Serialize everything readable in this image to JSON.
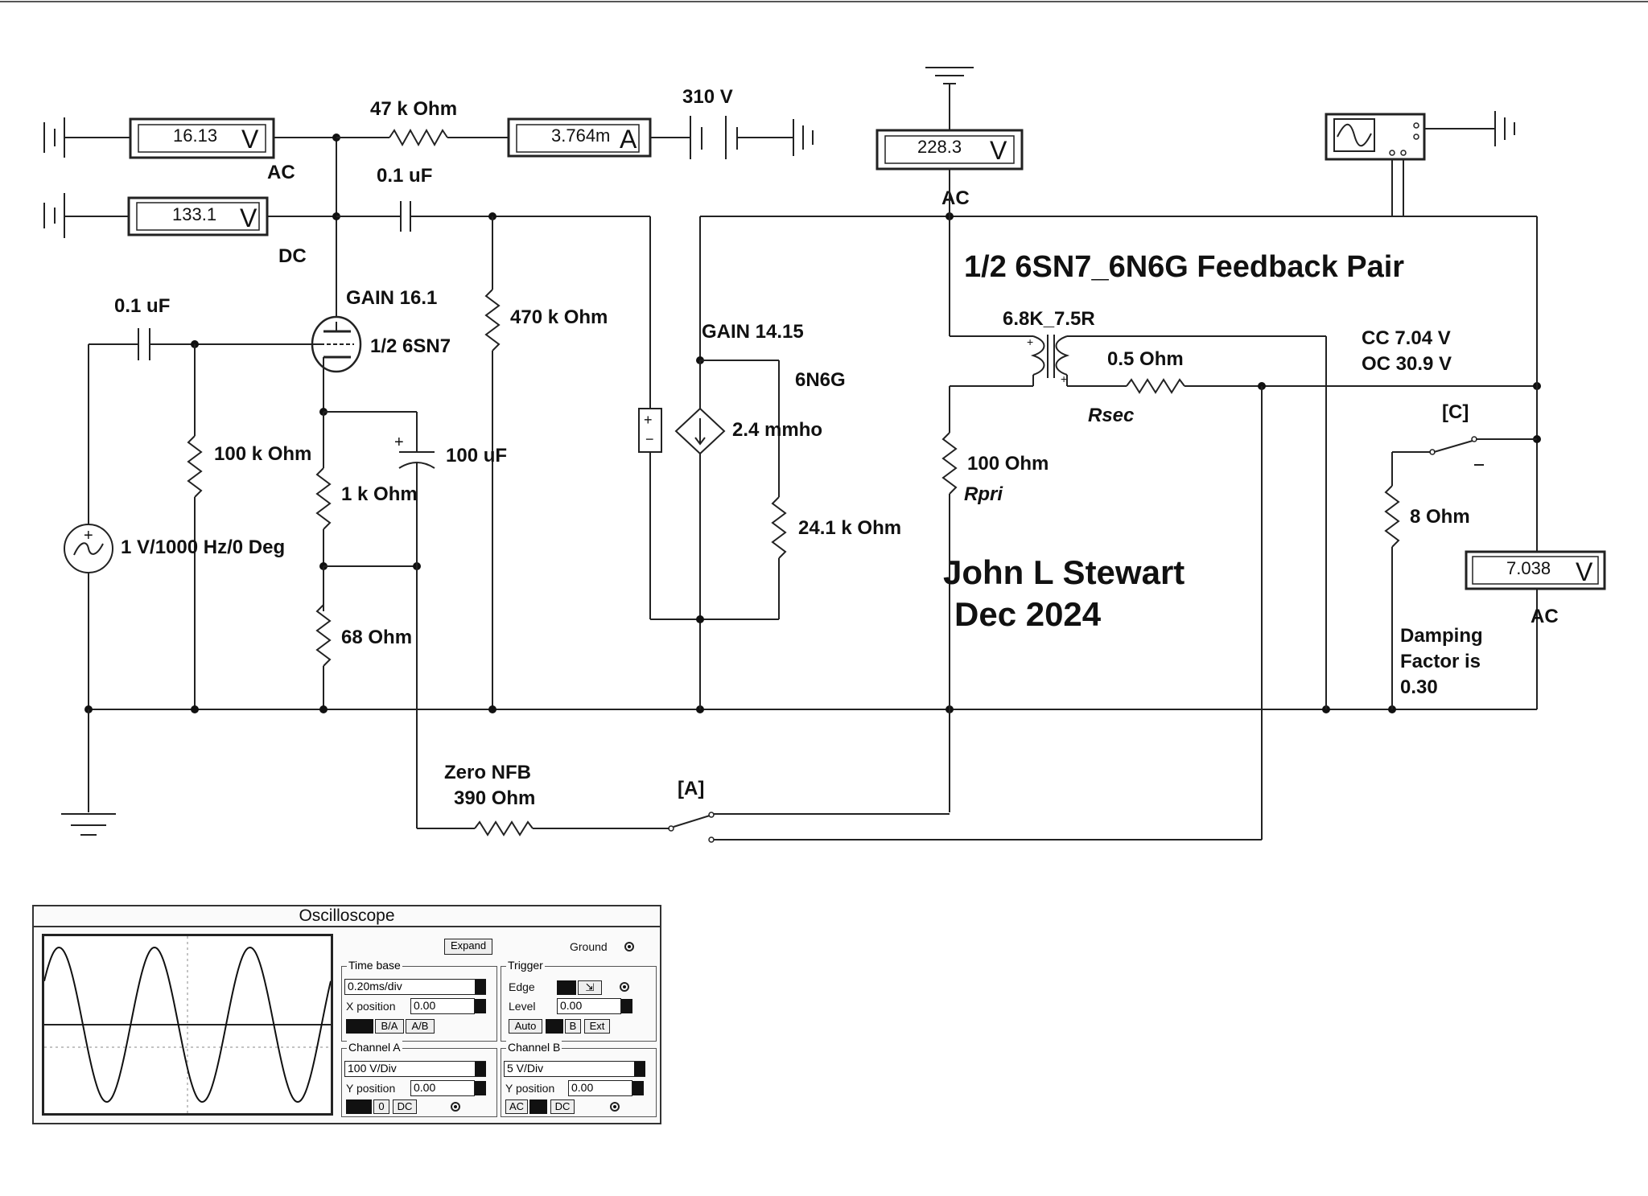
{
  "title": "1/2 6SN7_6N6G Feedback Pair",
  "author": "John L Stewart",
  "date": "Dec 2024",
  "meters": {
    "ac_input": {
      "value": "16.13",
      "unit": "V",
      "mode": "AC"
    },
    "dc_plate": {
      "value": "133.1",
      "unit": "V",
      "mode": "DC"
    },
    "current": {
      "value": "3.764m",
      "unit": "A"
    },
    "ac_output_plate": {
      "value": "228.3",
      "unit": "V",
      "mode": "AC"
    },
    "ac_load": {
      "value": "7.038",
      "unit": "V",
      "mode": "AC"
    }
  },
  "components": {
    "r_plate": "47 k Ohm",
    "supply": "310 V",
    "c_coupling_out": "0.1 uF",
    "c_coupling_in": "0.1 uF",
    "stage1_gain": "GAIN 16.1",
    "tube1": "1/2 6SN7",
    "r_grid2": "470 k Ohm",
    "r_grid1": "100 k Ohm",
    "r_cathode1": "1 k Ohm",
    "c_cathode": "100 uF",
    "source": "1 V/1000 Hz/0 Deg",
    "r_cathode2": "68  Ohm",
    "stage2_gain": "GAIN 14.15",
    "tube2": "6N6G",
    "gm": "2.4 mmho",
    "r_internal": "24.1 k Ohm",
    "transformer": "6.8K_7.5R",
    "r_sec_value": "0.5  Ohm",
    "r_sec_label": "Rsec",
    "r_pri_value": "100  Ohm",
    "r_pri_label": "Rpri",
    "load": "8  Ohm",
    "cc_voltage": "CC 7.04 V",
    "oc_voltage": "OC 30.9 V",
    "switch_c": "[C]",
    "switch_a": "[A]",
    "nfb_label": "Zero NFB",
    "r_nfb": "390  Ohm",
    "damping_1": "Damping",
    "damping_2": "Factor is",
    "damping_3": "0.30"
  },
  "oscilloscope": {
    "title": "Oscilloscope",
    "expand": "Expand",
    "ground": "Ground",
    "time_base": {
      "label": "Time base",
      "value": "0.20ms/div",
      "x_label": "X position",
      "x_value": "0.00",
      "ba": "B/A",
      "ab": "A/B"
    },
    "trigger": {
      "label": "Trigger",
      "edge": "Edge",
      "level_label": "Level",
      "level_value": "0.00",
      "auto": "Auto",
      "b": "B",
      "ext": "Ext"
    },
    "channel_a": {
      "label": "Channel A",
      "value": "100 V/Div",
      "y_label": "Y position",
      "y_value": "0.00",
      "zero": "0",
      "dc": "DC"
    },
    "channel_b": {
      "label": "Channel B",
      "value": "5  V/Div",
      "y_label": "Y position",
      "y_value": "0.00",
      "ac": "AC",
      "dc": "DC"
    }
  }
}
